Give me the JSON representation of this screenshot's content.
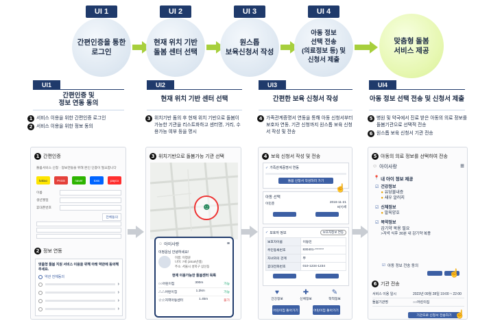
{
  "flow": {
    "steps": [
      {
        "tag": "UI 1",
        "text": "간편인증을 통한\n로그인"
      },
      {
        "tag": "UI 2",
        "text": "현재 위치 기반\n돌봄 센터 선택"
      },
      {
        "tag": "UI 3",
        "text": "원스톱\n보육신청서 작성"
      },
      {
        "tag": "UI 4",
        "text": "아동 정보\n선택 전송\n(의료정보 등) 및\n신청서 제출"
      },
      {
        "tag": "",
        "text": "맞춤형 돌봄\n서비스 제공"
      }
    ],
    "colors": {
      "tag_bg": "#1f3a6b",
      "arrow": "#a7cf3c",
      "final_circle": "#e6f7b0",
      "circle": "#dde7f1"
    }
  },
  "sections": [
    {
      "tag": "UI1",
      "title": "간편인증 및\n정보 연동 동의",
      "items": [
        {
          "n": "1",
          "text": "서비스 이용을 위한 간편인증 로그인"
        },
        {
          "n": "2",
          "text": "서비스 이용을 위한 정보 동의"
        }
      ]
    },
    {
      "tag": "UI2",
      "title": "현재 위치 기반 센터 선택",
      "items": [
        {
          "n": "3",
          "text": "위치기반 돔의 후 현재 위치 기반으로 돌봄이 가능한 기관을 리스트화하고 센터명, 거리, 수용가능 여부 등을 명시"
        }
      ]
    },
    {
      "tag": "UI3",
      "title": "간편한 보육 신청서 작성",
      "items": [
        {
          "n": "4",
          "text": "가족관계증명서 연동을 통해 아동 신청서부터 보호자 연동, 기관 신청까지 원스톱 보육 신청서 작성 및 전송"
        }
      ]
    },
    {
      "tag": "UI4",
      "title": "아동 정보 선택 전송 및 신청서 제출",
      "items": [
        {
          "n": "5",
          "text": "병원 및 약국에서 진료 받은 아동의 의료 정보를 돌봄기관으로 선택적 전송"
        },
        {
          "n": "6",
          "text": "원스톱 보육 신청서 기관 전송"
        }
      ]
    }
  ],
  "panel1": {
    "n1_title": "간편인증",
    "n1_desc": "돌봄서비스 신청 · 정보연동을 위해 본인 인증이 필요합니다",
    "providers": [
      "kakao",
      "PASS",
      "naver",
      "toss",
      "payco"
    ],
    "fields": [
      "이름",
      "생년월일",
      "휴대폰번호"
    ],
    "consent_btn": "전체동의",
    "n2_title": "정보 연동",
    "n2_notice": "맞춤형 돌봄 지원 서비스 이용을 위해 아래 약관에 동의해 주세요.",
    "all_agree": "약관 전체동의"
  },
  "panel2": {
    "title": "위치기반으로 돌봄가능 기관 선택",
    "app_name": "아이사랑",
    "greeting": "이정윤님 안녕하세요!",
    "info_lines": [
      "이름: 이정윤",
      "나이: 7세 (2016년생)",
      "주소: 서울시 성북구 삼선동"
    ],
    "list_header": "현재 이용가능한 돌봄센터 목록",
    "centers": [
      {
        "name": "○○어린이집",
        "dist": "300m",
        "cap": "가능"
      },
      {
        "name": "△△어린이집",
        "dist": "1.2km",
        "cap": "가능"
      },
      {
        "name": "☆☆지역아동센터",
        "dist": "1.4km",
        "cap": "불가"
      }
    ]
  },
  "panel3": {
    "title": "보육 신청서 작성 및 전송",
    "family_cert": "가족관계증명서 연동",
    "family_btn": "돌봄 신청서 작성하러 가기",
    "child_section": "아동 선택",
    "child_name": "이민준",
    "child_date": "2016-11-21",
    "child_age": "8(7)세",
    "guardian_section": "보호자 정보",
    "guardian_rows": [
      [
        "보호자이름",
        "이동민"
      ],
      [
        "주민등록번호",
        "830401-*******"
      ],
      [
        "자녀와의 관계",
        "부"
      ],
      [
        "휴대전화번호",
        "010-1234-1234"
      ]
    ],
    "bubble": "보호자정보 연동",
    "icons": [
      "건강정보",
      "신체정보",
      "학적정보"
    ],
    "bottom_btns": [
      "어린이집 돌아가기",
      "어린이집 돌아가기"
    ]
  },
  "panel4": {
    "title": "아동의 의료 정보를 선택하여 전송",
    "app_name": "아이사랑",
    "my_info": "내 아이 정보 제공",
    "health": {
      "label": "건강정보",
      "items": [
        "유당불내증",
        "새우 알러지"
      ]
    },
    "body": {
      "label": "신체정보",
      "items": [
        "발육양호"
      ]
    },
    "med": {
      "label": "복약정보",
      "items": [
        "감기약 복용 필요",
        ">저녁 식후 30분 내 감기약 복용"
      ]
    },
    "consent": "아동 정보 전송 동의",
    "n6_title": "기관 전송",
    "rows": [
      [
        "서비스 이용 일시",
        "2023년 09월 28일 19:00 ~ 22:00"
      ],
      [
        "돌봄기관명",
        "○○어린이집"
      ]
    ],
    "submit": "기관으로 신청서 전송하기"
  }
}
